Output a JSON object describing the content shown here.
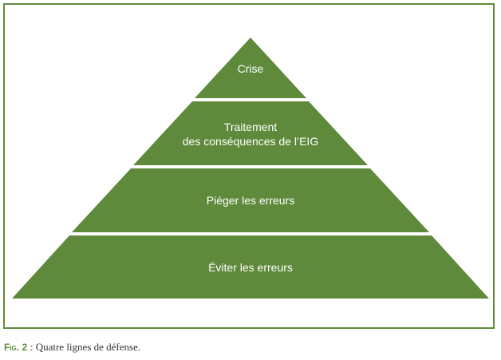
{
  "diagram": {
    "type": "pyramid",
    "fill_color": "#5f8a3c",
    "frame_color": "#5f8a3c",
    "levels": [
      {
        "lines": [
          "Crise"
        ]
      },
      {
        "lines": [
          "Traitement",
          "des conséquences de l’EIG"
        ]
      },
      {
        "lines": [
          "Piéger les erreurs"
        ]
      },
      {
        "lines": [
          "Éviter les erreurs"
        ]
      }
    ]
  },
  "caption": {
    "label": "Fig. 2 :",
    "text": " Quatre lignes de défense."
  }
}
